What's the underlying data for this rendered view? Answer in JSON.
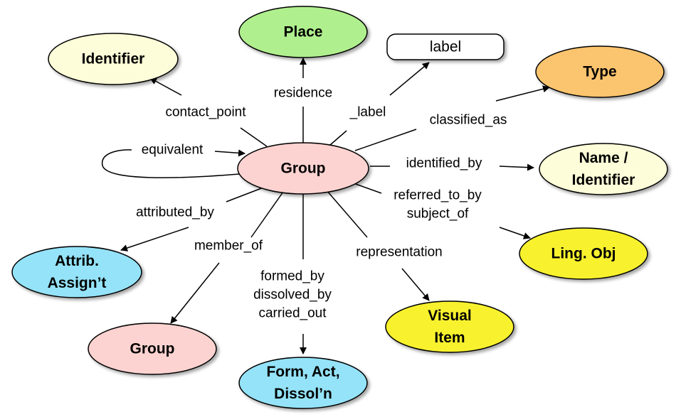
{
  "colors": {
    "group": "#fcd3d0",
    "place": "#b0ef8e",
    "identifier": "#fdfdd9",
    "type": "#fbc46e",
    "ling_obj": "#f8f12d",
    "attrib": "#95e3f8",
    "label_box": "#ffffff"
  },
  "nodes": {
    "center": [
      "Group"
    ],
    "place": [
      "Place"
    ],
    "identifier": [
      "Identifier"
    ],
    "label": [
      "label"
    ],
    "type": [
      "Type"
    ],
    "name_identifier": [
      "Name /",
      "Identifier"
    ],
    "ling_obj": [
      "Ling. Obj"
    ],
    "visual_item": [
      "Visual",
      "Item"
    ],
    "form_act": [
      "Form, Act,",
      "Dissol’n"
    ],
    "group_member": [
      "Group"
    ],
    "attrib_assign": [
      "Attrib.",
      "Assign’t"
    ]
  },
  "edges": {
    "residence": [
      "residence"
    ],
    "contact_point": [
      "contact_point"
    ],
    "label": [
      "_label"
    ],
    "classified_as": [
      "classified_as"
    ],
    "equivalent": [
      "equivalent"
    ],
    "identified_by": [
      "identified_by"
    ],
    "referred_to_by": [
      "referred_to_by",
      "subject_of"
    ],
    "attributed_by": [
      "attributed_by"
    ],
    "member_of": [
      "member_of"
    ],
    "representation": [
      "representation"
    ],
    "formed_by": [
      "formed_by",
      "dissolved_by",
      "carried_out"
    ]
  }
}
